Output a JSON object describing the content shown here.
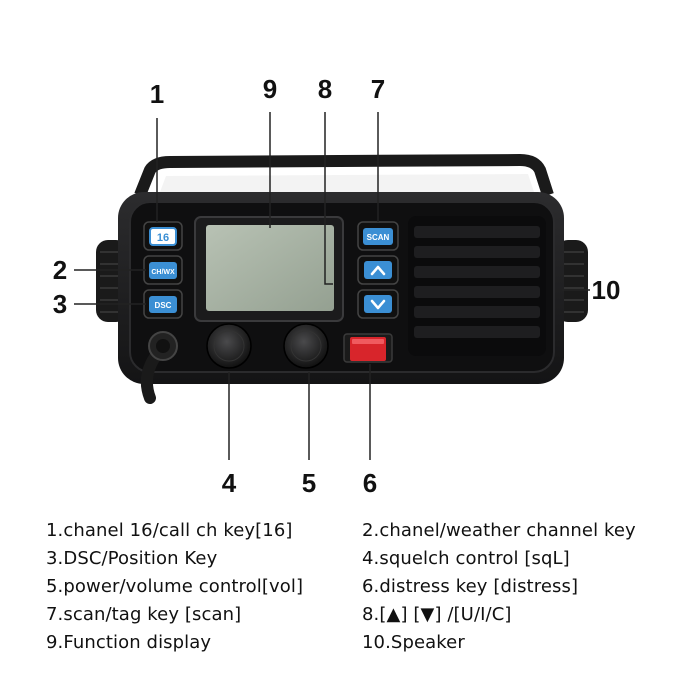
{
  "callouts": [
    "1",
    "2",
    "3",
    "4",
    "5",
    "6",
    "7",
    "8",
    "9",
    "10"
  ],
  "key_labels": {
    "ch16": "16",
    "cwx": "CH/WX",
    "dsc": "DSC",
    "scan": "SCAN"
  },
  "legend": [
    "1.chanel 16/call ch key[16]",
    "2.chanel/weather channel key",
    "3.DSC/Position Key",
    "4.squelch control [sqL]",
    "5.power/volume control[vol]",
    "6.distress key [distress]",
    "7.scan/tag key [scan]",
    "8.[▲] [▼] /[U/I/C]",
    "9.Function display",
    "10.Speaker"
  ],
  "colors": {
    "body": "#1d1d1f",
    "faceplate": "#0f0f10",
    "lcd": "#a9b4a6",
    "key_blue": "#3b8fd4",
    "distress_red": "#d8252b",
    "leader": "#222222"
  }
}
